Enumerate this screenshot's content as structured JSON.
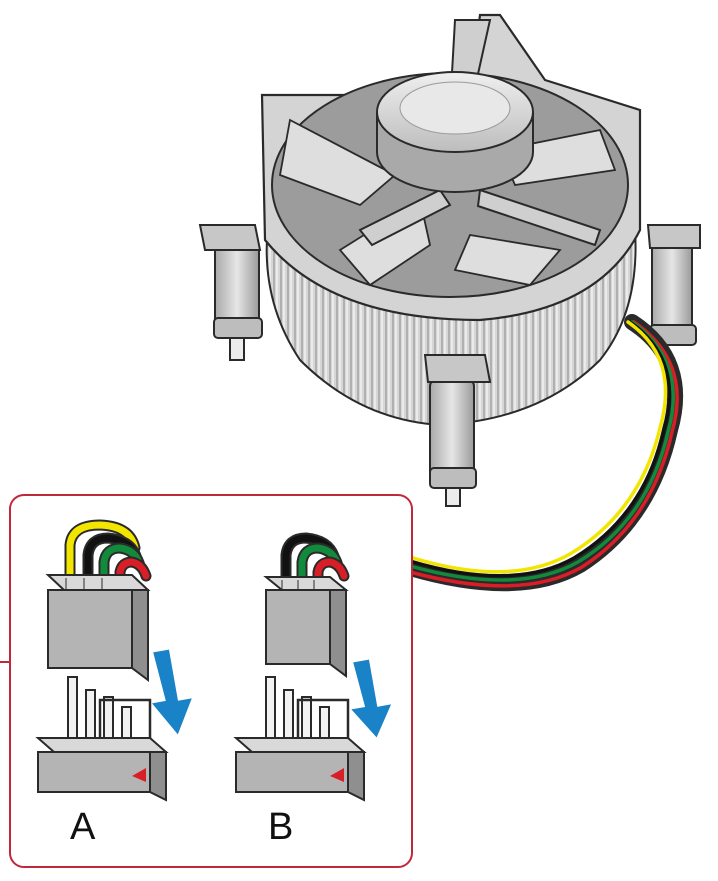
{
  "colors": {
    "panel_border": "#c0283b",
    "wire_yellow": "#f2e600",
    "wire_black": "#111111",
    "wire_green": "#128a3c",
    "wire_red": "#d81e26",
    "arrow_blue": "#1a82c6",
    "metal_light": "#dcdcdc",
    "metal_mid": "#b8b8b8",
    "metal_dark": "#8c8c8c",
    "outline": "#2a2a2a",
    "pin_marker": "#d81e26"
  },
  "icons": [
    "cpu-fan-heatsink-icon",
    "fan-cable-icon",
    "4-pin-connector-icon",
    "3-pin-connector-icon",
    "motherboard-header-icon",
    "down-arrow-icon"
  ],
  "inset": {
    "options": [
      {
        "label": "A",
        "wires": 4
      },
      {
        "label": "B",
        "wires": 3
      }
    ]
  }
}
